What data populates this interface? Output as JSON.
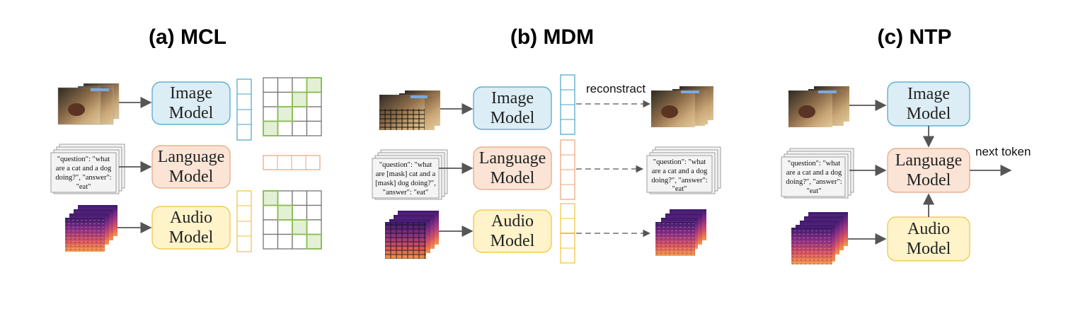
{
  "panels": [
    {
      "title": "(a) MCL",
      "models": {
        "image": [
          "Image",
          "Model"
        ],
        "language": [
          "Language",
          "Model"
        ],
        "audio": [
          "Audio",
          "Model"
        ]
      },
      "text_doc": [
        "\"question\": \"what",
        "are a cat and a dog",
        "doing?\", \"answer\":",
        "\"eat\""
      ]
    },
    {
      "title": "(b) MDM",
      "models": {
        "image": [
          "Image",
          "Model"
        ],
        "language": [
          "Language",
          "Model"
        ],
        "audio": [
          "Audio",
          "Model"
        ]
      },
      "text_doc": [
        "\"question\": \"what",
        "are [mask] cat and a",
        "[mask] dog doing?\",",
        "\"answer\": \"eat\""
      ],
      "output_doc": [
        "\"question\": \"what",
        "are a cat and a dog",
        "doing?\", \"answer\":",
        "\"eat\""
      ],
      "annotation": "reconstract"
    },
    {
      "title": "(c) NTP",
      "models": {
        "image": [
          "Image",
          "Model"
        ],
        "language": [
          "Language",
          "Model"
        ],
        "audio": [
          "Audio",
          "Model"
        ]
      },
      "text_doc": [
        "\"question\": \"what",
        "are a cat and a dog",
        "doing?\", \"answer\":",
        "\"eat\""
      ],
      "annotation": "next token"
    }
  ],
  "colors": {
    "image_fill": "#dcedf5",
    "image_stroke": "#4aa3c8",
    "language_fill": "#fbe4d6",
    "language_stroke": "#e8a47c",
    "audio_fill": "#fff3c9",
    "audio_stroke": "#f0c33c",
    "grid_stroke": "#777777",
    "grid_green_fill": "#e3f0d6",
    "grid_green_stroke": "#8fbf5a",
    "arrow": "#555555"
  },
  "icons": {
    "image_stack": "photo-stack-icon",
    "text_stack": "document-stack-icon",
    "audio_stack": "spectrogram-stack-icon"
  }
}
